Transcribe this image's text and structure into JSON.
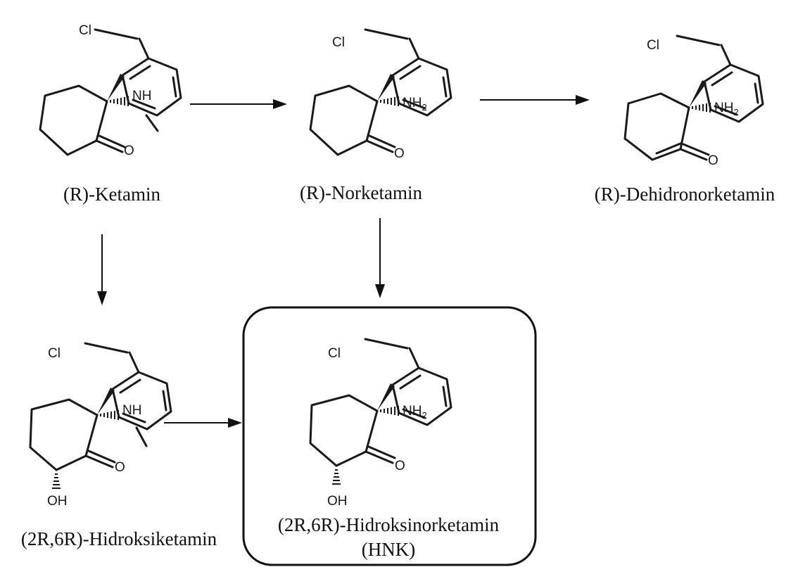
{
  "compounds": {
    "ketamin": {
      "caption": "(R)-Ketamin",
      "labels": [
        "Cl",
        "NH",
        "O"
      ]
    },
    "norketamin": {
      "caption": "(R)-Norketamin",
      "labels": [
        "Cl",
        "NH",
        "2",
        "O"
      ]
    },
    "dehidronorketamin": {
      "caption": "(R)-Dehidronorketamin",
      "labels": [
        "Cl",
        "NH",
        "2",
        "O"
      ]
    },
    "hidroksiketamin": {
      "caption": "(2R,6R)-Hidroksiketamin",
      "labels": [
        "Cl",
        "NH",
        "O",
        "OH"
      ]
    },
    "hnk": {
      "caption_line1": "(2R,6R)-Hidroksinorketamin",
      "caption_line2": "(HNK)",
      "labels": [
        "Cl",
        "NH",
        "2",
        "O",
        "OH"
      ]
    }
  },
  "highlight": "hnk"
}
